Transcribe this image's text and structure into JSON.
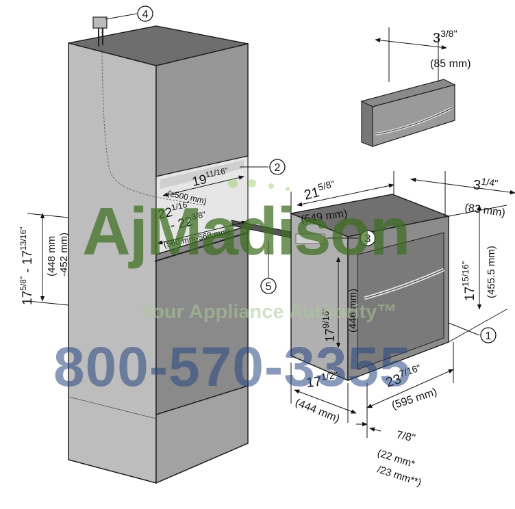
{
  "callouts": [
    "1",
    "2",
    "3",
    "4",
    "5"
  ],
  "dims": {
    "cabinet_height": {
      "main": "17",
      "sup_a": "5/8\"",
      "sep": " - 17",
      "sup_b": "13/16\"",
      "mm1": "(448 mm",
      "mm2": "-452 mm)"
    },
    "niche_depth": {
      "main": "19",
      "sup": "11/16\"",
      "mm": "(≥500 mm)"
    },
    "niche_width": {
      "main_a": "22",
      "sup_a": "1/16\"",
      "main_b": "- 22",
      "sup_b": "3/8\"",
      "mm": "(560 mm-568 mm)"
    },
    "panel_depth": {
      "main": "3",
      "sup": "3/8\"",
      "mm": "(85 mm)"
    },
    "oven_depth": {
      "main": "21",
      "sup": "5/8\"",
      "mm": "(549 mm)"
    },
    "front_depth": {
      "main": "3",
      "sup": "1/4\"",
      "mm": "(83 mm)"
    },
    "front_height": {
      "main": "17",
      "sup": "15/16\"",
      "mm": "(455.5 mm)"
    },
    "body_height": {
      "main": "17",
      "sup": "9/16\"",
      "mm": "(446 mm)"
    },
    "body_width": {
      "main": "17",
      "sup": "1/2\"",
      "mm": "(444 mm)"
    },
    "front_width": {
      "main": "23",
      "sup": "7/16\"",
      "mm": "(595 mm)"
    },
    "front_thickness": {
      "main": "7/8\"",
      "mm1": "(22 mm*",
      "mm2": "/23 mm**)"
    }
  },
  "watermark": {
    "name": "AjMadison",
    "tagline": "Your Appliance Authority™",
    "phone": "800-570-3355"
  }
}
